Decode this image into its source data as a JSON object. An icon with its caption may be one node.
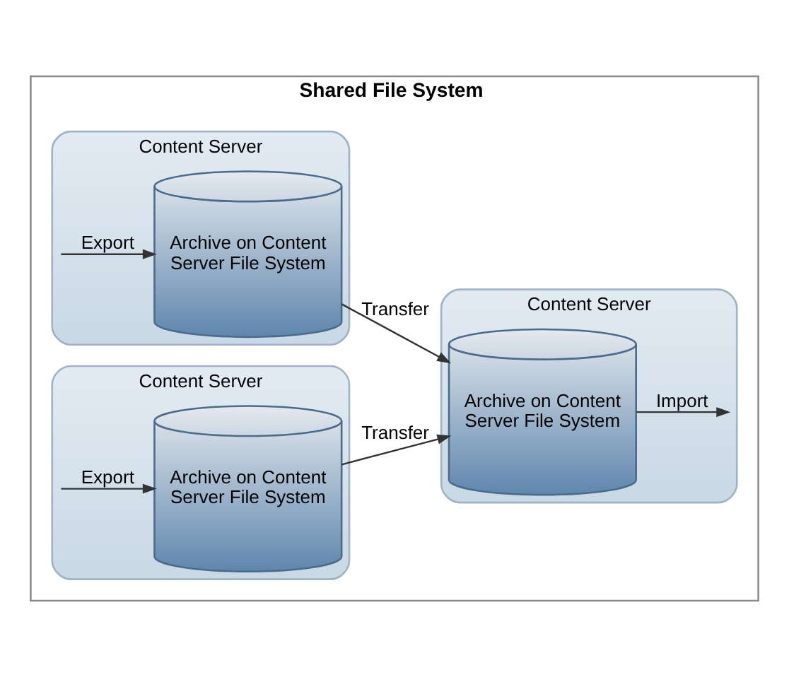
{
  "diagram": {
    "nodes": [
      {
        "text": [
          "Shared File System"
        ]
      },
      {
        "text": [
          "Content Server"
        ],
        "in": 0
      },
      {
        "text": [
          "Archive on Content Server File System"
        ],
        "in": 1
      },
      {
        "text": [
          "Content Server"
        ],
        "in": 0
      },
      {
        "text": [
          "Archive on Content Server File System"
        ],
        "in": 3
      },
      {
        "text": [
          "Content Server"
        ],
        "in": 0
      },
      {
        "text": [
          "Archive on Content Server File System"
        ],
        "in": 5
      }
    ],
    "edges": [
      {
        "from": 1,
        "to": 2,
        "arrow": "to",
        "label": "Export"
      },
      {
        "from": 2,
        "to": 6,
        "arrow": "to",
        "label": "Transfer"
      },
      {
        "from": 3,
        "to": 4,
        "arrow": "to",
        "label": "Export"
      },
      {
        "from": 4,
        "to": 6,
        "arrow": "to",
        "label": "Transfer"
      },
      {
        "from": 6,
        "to": 5,
        "arrow": "to",
        "label": "Import"
      }
    ]
  }
}
